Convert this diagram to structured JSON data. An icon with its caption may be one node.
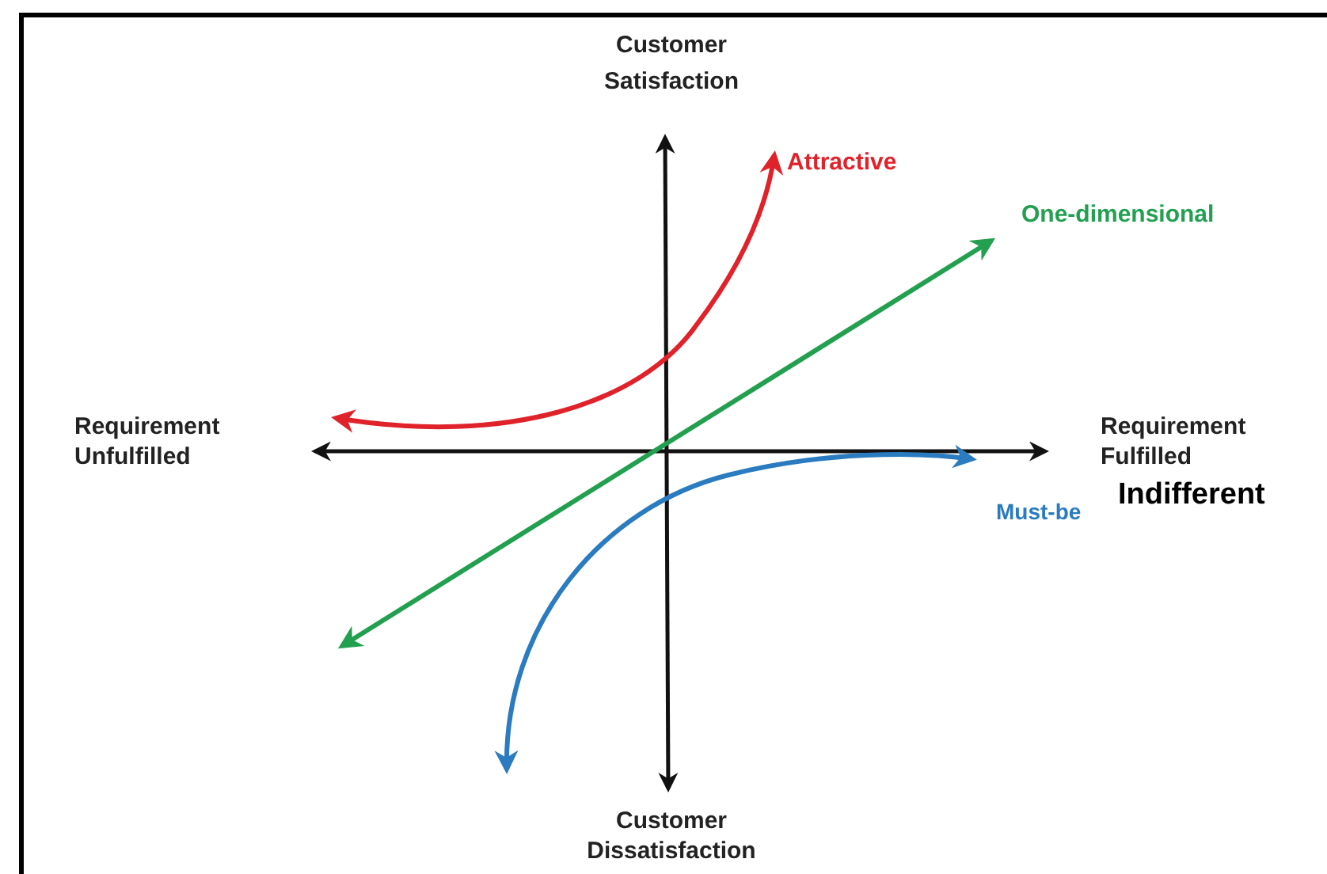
{
  "diagram": {
    "labels": [
      "Customer Satisfaction",
      "Attractive",
      "One-dimensional",
      "Requirement Unfulfilled",
      "Requirement Fulfilled",
      "Indifferent",
      "Must-be",
      "Customer Dissatisfaction"
    ]
  }
}
